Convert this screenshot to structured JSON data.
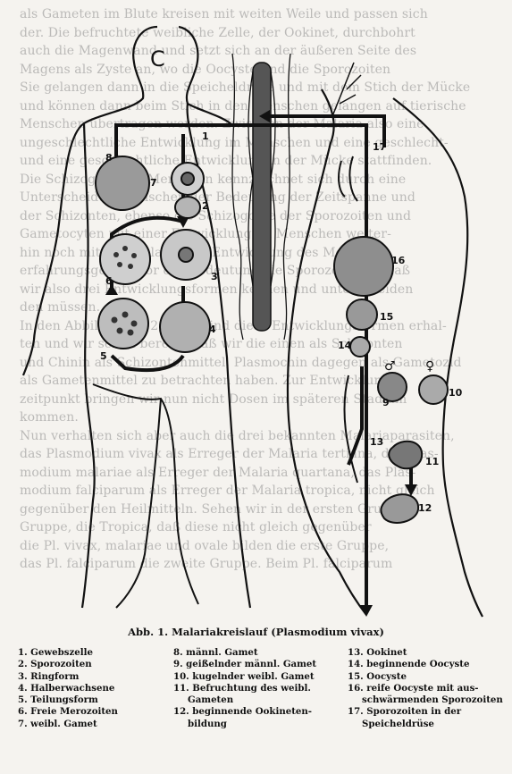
{
  "background_text": [
    "als Gameten im Blute kreisen mit weiten Weile und passen sich",
    "der. Die befruchtete weibliche Zelle, der Ookinet, durchbohrt",
    "auch die Magenwand und setzt sich an der äußeren Seite des",
    "Magens als Zyste an, wo die Oocyste und die Sporozoiten",
    "Sie gelangen dann in die Speicheldrüse und mit dem Stich der Mücke",
    "und können dann beim Stich in den Menschen gelangen auf tierische",
    "Menschen übertragen werden. Zwischen der Malaria also eine",
    "ungeschlechtliche Entwicklung im Menschen und eine geschlecht-",
    "und eine geschlechtliche Entwicklung in der Mücke stattfinden.",
    "Die Schizogonie im Menschen kennzeichnet sich durch eine",
    "Unterscheidung zwischen der Bedeutung der Zeitspanne und",
    "der Schizonten, ebenso die Schizogonie der Sporozoiten und",
    "Gametocyten mit einer Entwicklung im Menschen weiter-",
    "hin noch mit der Malaria, die Entwicklung des Menschen",
    "erfahrungsgemäß vor der Bedeutung die Sporozoiten so daß",
    "wir also drei Entwicklungsformen kennen und unterscheiden",
    "den müssen.",
    "In den Abbildungen 2 und 3 sind diese Entwicklungsformen erhal-",
    "ten und wir sehen bereits, daß wir die einen als Schizonten",
    "und Chinin als Schizontenmittel, Plasmochin dagegen als Gametozid",
    "als Gametenmittel zu betrachten haben. Zur Entwicklungs-",
    "zeitpunkt bringen wir nun nicht Dosen im späteren Stadium",
    "kommen.",
    "Nun verhalten sich aber auch die drei bekannten Malariaparasiten,",
    "das Plasmodium vivax als Erreger der Malaria tertiana, das Plas-",
    "modium malariae als Erreger der Malaria quartana, das Plas-",
    "modium falciparum als Erreger der Malaria tropica, nicht gleich",
    "gegenüber den Heilmitteln. Sehen wir in der ersten Gruppe",
    "Gruppe, die Tropica, daß diese nicht gleich gegenüber",
    "die Pl. vivax, malariae und ovale bilden die erste Gruppe,",
    "das Pl. falciparum die zweite Gruppe. Beim Pl. falciparum"
  ],
  "figure": {
    "numbers": [
      "1",
      "2",
      "3",
      "4",
      "5",
      "6",
      "7",
      "8",
      "9",
      "10",
      "11",
      "12",
      "13",
      "14",
      "15",
      "16",
      "17"
    ],
    "sex_male": "♂",
    "sex_female": "♀",
    "body_letter": "C"
  },
  "caption": "Abb. 1. Malariakreislauf (Plasmodium vivax)",
  "legend": {
    "col1": [
      "1. Gewebszelle",
      "2. Sporozoiten",
      "3. Ringform",
      "4. Halberwachsene",
      "5. Teilungsform",
      "6. Freie Merozoiten",
      "7. weibl. Gamet"
    ],
    "col2": [
      "8. männl. Gamet",
      "9. geißelnder männl. Gamet",
      "10. kugelnder weibl. Gamet",
      "11. Befruchtung des weibl.",
      "      Gameten",
      "12. beginnende Ookineten-",
      "      bildung"
    ],
    "col3": [
      "13. Ookinet",
      "14. beginnende Oocyste",
      "15. Oocyste",
      "16. reife Oocyste mit aus-",
      "      schwärmenden Sporozoiten",
      "17. Sporozoiten in der",
      "      Speicheldrüse"
    ]
  }
}
